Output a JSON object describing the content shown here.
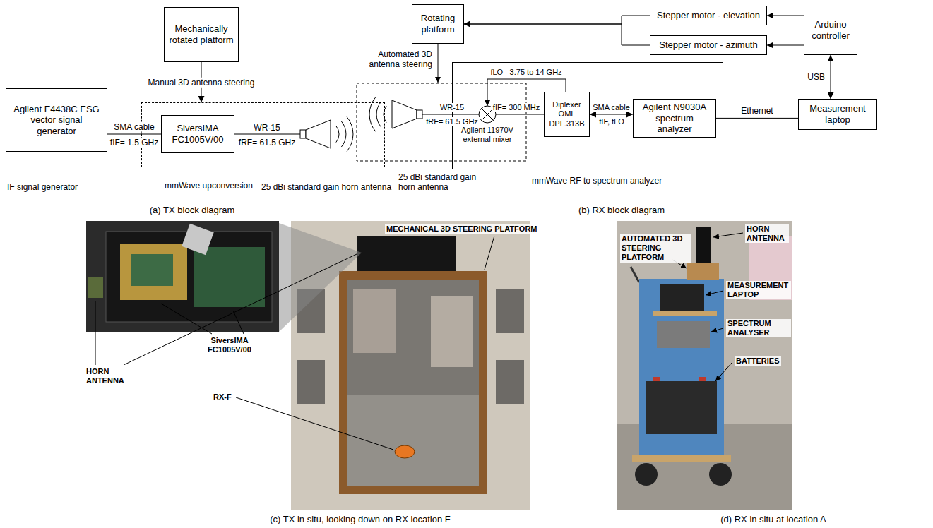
{
  "diagram": {
    "nodes": [
      {
        "text": [
          "Agilent E4438C ESG vector signal generator"
        ]
      },
      {
        "text": [
          "Mechanically rotated platform"
        ]
      },
      {
        "text": [
          "mmWave upconversion"
        ]
      },
      {
        "text": [
          "SiversIMA FC1005V/00"
        ],
        "in": 2
      },
      {
        "text": [
          "Rotating platform"
        ]
      },
      {
        "text": [
          "Stepper motor - elevation"
        ]
      },
      {
        "text": [
          "Stepper motor - azimuth"
        ]
      },
      {
        "text": [
          "Arduino controller"
        ]
      },
      {
        "text": [
          "mmWave RF to spectrum analyzer"
        ]
      },
      {
        "text": [
          "Diplexer OML DPL.313B"
        ],
        "in": 8
      },
      {
        "text": [
          "Agilent N9030A spectrum analyzer"
        ],
        "in": 8
      },
      {
        "text": [
          "Measurement laptop"
        ]
      }
    ],
    "edges": [
      {
        "from": 0,
        "to": 3,
        "label": "SMA cable",
        "arrow": "none"
      },
      {
        "from": 1,
        "to": 2,
        "label": "Manual 3D antenna steering",
        "arrow": "to"
      },
      {
        "from": 7,
        "to": 5,
        "arrow": "to"
      },
      {
        "from": 7,
        "to": 6,
        "arrow": "to"
      },
      {
        "from": 5,
        "to": 4,
        "arrow": "to"
      },
      {
        "from": 6,
        "to": 4,
        "arrow": "to"
      },
      {
        "from": 9,
        "to": 10,
        "label": "SMA cable",
        "arrow": "both"
      },
      {
        "from": 10,
        "to": 11,
        "label": "Ethernet",
        "arrow": "none"
      },
      {
        "from": 7,
        "to": 11,
        "label": "USB",
        "arrow": "both"
      }
    ],
    "labels": [
      "fIF= 1.5 GHz",
      "WR-15",
      "fRF= 61.5 GHz",
      "IF signal generator",
      "25 dBi standard gain horn antenna",
      "(a) TX block diagram",
      "Automated 3D antenna steering",
      "fLO= 3.75 to 14 GHz",
      "WR-15",
      "fRF= 61.5 GHz",
      "fIF= 300 MHz",
      "Agilent 11970V external mixer",
      "fIF, fLO",
      "25 dBi standard gain horn antenna",
      "(b) RX block diagram",
      "SiversIMA FC1005V/00",
      "MECHANICAL 3D STEERING PLATFORM",
      "HORN ANTENNA",
      "RX-F",
      "(c) TX in situ, looking down on RX location F",
      "AUTOMATED 3D STEERING PLATFORM",
      "HORN ANTENNA",
      "MEASUREMENT LAPTOP",
      "SPECTRUM ANALYSER",
      "BATTERIES",
      "(d) RX in situ at location A"
    ]
  }
}
